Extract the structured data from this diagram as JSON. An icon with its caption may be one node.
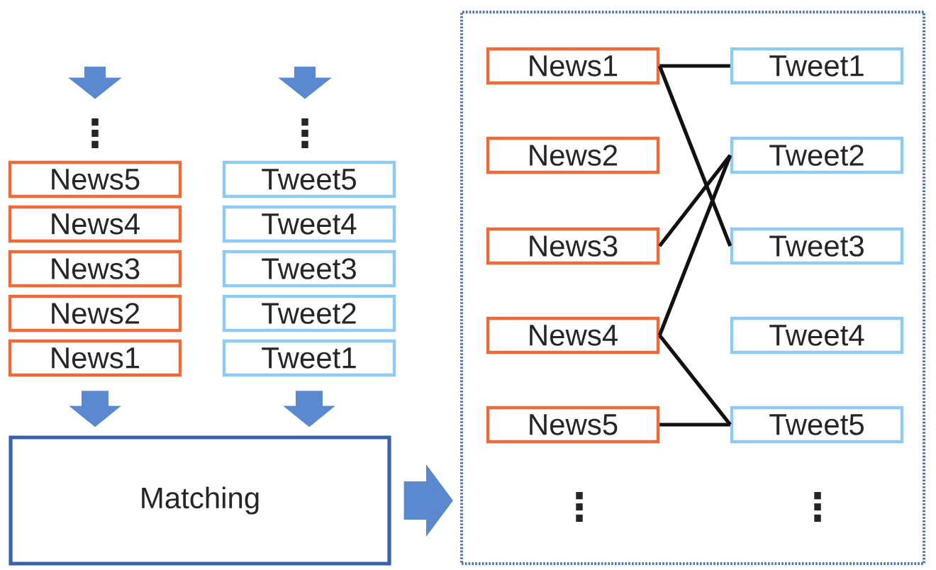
{
  "diagram": {
    "nodes": [
      {
        "text": [
          "⋮"
        ]
      },
      {
        "text": [
          "⋮"
        ]
      },
      {
        "text": [
          "News5"
        ]
      },
      {
        "text": [
          "Tweet5"
        ]
      },
      {
        "text": [
          "News4"
        ]
      },
      {
        "text": [
          "Tweet4"
        ]
      },
      {
        "text": [
          "News3"
        ]
      },
      {
        "text": [
          "Tweet3"
        ]
      },
      {
        "text": [
          "News2"
        ]
      },
      {
        "text": [
          "Tweet2"
        ]
      },
      {
        "text": [
          "News1"
        ]
      },
      {
        "text": [
          "Tweet1"
        ]
      },
      {
        "text": [
          "Matching"
        ]
      },
      {
        "text": [],
        "shape": "box"
      },
      {
        "text": [
          "News1"
        ],
        "in": 13
      },
      {
        "text": [
          "Tweet1"
        ],
        "in": 13
      },
      {
        "text": [
          "News2"
        ],
        "in": 13
      },
      {
        "text": [
          "Tweet2"
        ],
        "in": 13
      },
      {
        "text": [
          "News3"
        ],
        "in": 13
      },
      {
        "text": [
          "Tweet3"
        ],
        "in": 13
      },
      {
        "text": [
          "News4"
        ],
        "in": 13
      },
      {
        "text": [
          "Tweet4"
        ],
        "in": 13
      },
      {
        "text": [
          "News5"
        ],
        "in": 13
      },
      {
        "text": [
          "Tweet5"
        ],
        "in": 13
      },
      {
        "text": [
          "⋮"
        ],
        "in": 13
      },
      {
        "text": [
          "⋮"
        ],
        "in": 13
      }
    ],
    "edges": [
      {
        "from": null,
        "to": 0,
        "arrow": "to",
        "style": "thick",
        "color": "#5a89cf"
      },
      {
        "from": null,
        "to": 1,
        "arrow": "to",
        "style": "thick",
        "color": "#5a89cf"
      },
      {
        "from": 10,
        "to": 12,
        "arrow": "to",
        "style": "thick",
        "color": "#5a89cf"
      },
      {
        "from": 11,
        "to": 12,
        "arrow": "to",
        "style": "thick",
        "color": "#5a89cf"
      },
      {
        "from": 12,
        "to": 13,
        "arrow": "to",
        "style": "thick",
        "color": "#5a89cf"
      },
      {
        "from": 14,
        "to": 15,
        "arrow": "none"
      },
      {
        "from": 14,
        "to": 19,
        "arrow": "none"
      },
      {
        "from": 18,
        "to": 17,
        "arrow": "none"
      },
      {
        "from": 20,
        "to": 17,
        "arrow": "none"
      },
      {
        "from": 20,
        "to": 23,
        "arrow": "none"
      },
      {
        "from": 22,
        "to": 23,
        "arrow": "none"
      }
    ]
  }
}
